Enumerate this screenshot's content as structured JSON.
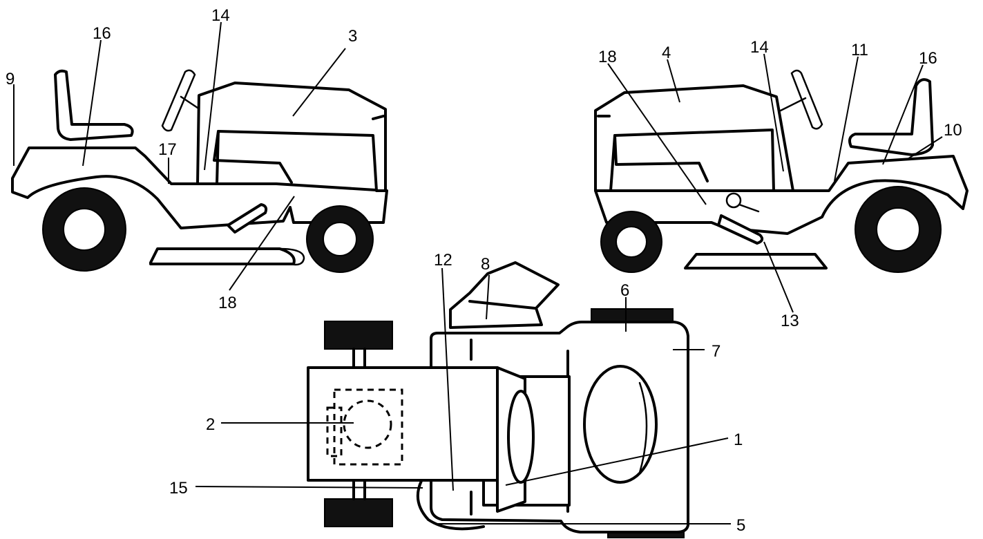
{
  "callouts": {
    "c1": "1",
    "c2": "2",
    "c3": "3",
    "c4": "4",
    "c5": "5",
    "c6": "6",
    "c7": "7",
    "c8": "8",
    "c9": "9",
    "c10": "10",
    "c11": "11",
    "c12": "12",
    "c13": "13",
    "c14": "14",
    "c15": "15",
    "c16_left": "16",
    "c16_right": "16",
    "c17": "17",
    "c18_left": "18",
    "c18_right": "18",
    "c14_right": "14"
  }
}
